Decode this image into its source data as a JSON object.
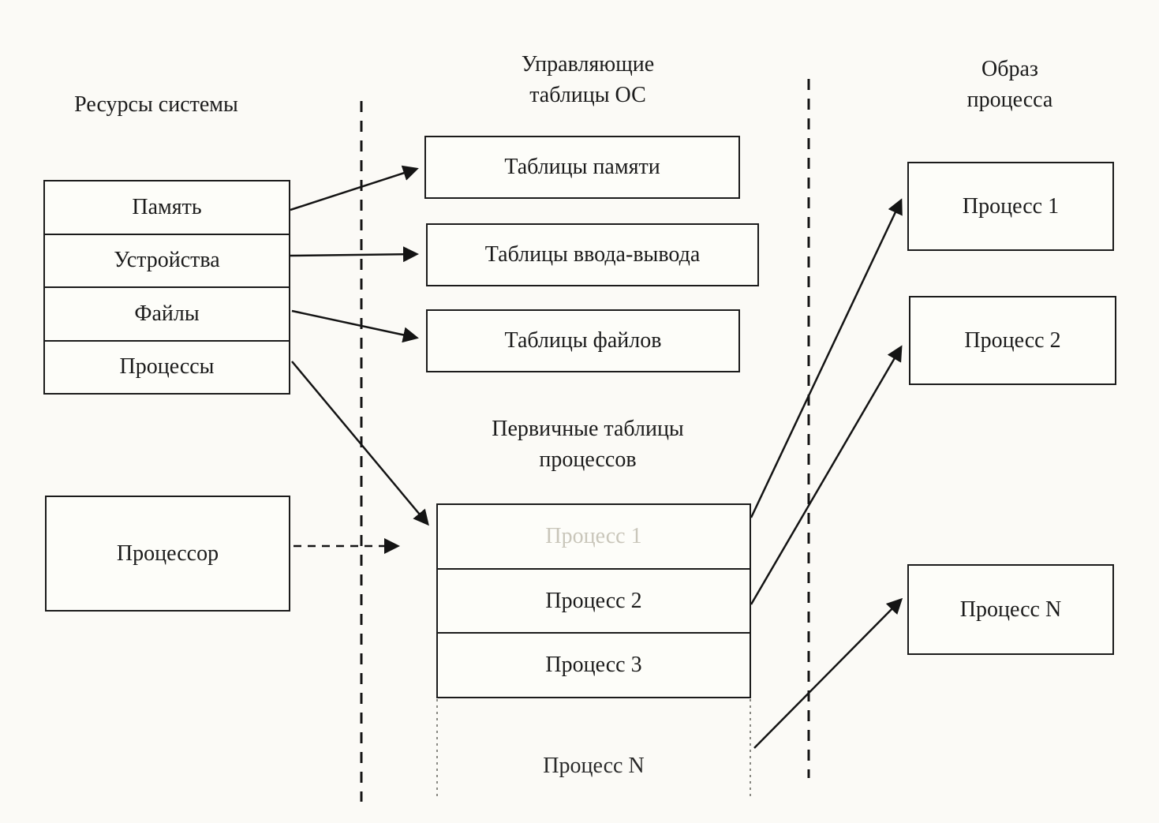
{
  "colors": {
    "ink": "#1b1b1b",
    "paper": "#fbfaf6",
    "faded_text": "#c9c6ba"
  },
  "left_column": {
    "header": "Ресурсы системы",
    "resources": [
      "Память",
      "Устройства",
      "Файлы",
      "Процессы"
    ],
    "processor": "Процессор"
  },
  "middle_column": {
    "header_line1": "Управляющие",
    "header_line2": "таблицы ОС",
    "os_tables": [
      "Таблицы памяти",
      "Таблицы ввода-вывода",
      "Таблицы файлов"
    ],
    "primary_tables_label_line1": "Первичные таблицы",
    "primary_tables_label_line2": "процессов",
    "process_table_rows": [
      "Процесс 1",
      "Процесс 2",
      "Процесс 3"
    ],
    "process_table_continuation": "Процесс N"
  },
  "right_column": {
    "header_line1": "Образ",
    "header_line2": "процесса",
    "process_images": [
      "Процесс 1",
      "Процесс  2",
      "Процесс N"
    ]
  }
}
